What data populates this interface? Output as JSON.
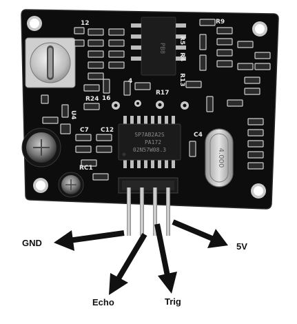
{
  "pin_labels": {
    "gnd": "GND",
    "echo": "Echo",
    "trig": "Trig",
    "vcc": "5V"
  },
  "board": {
    "silkscreen": [
      "12",
      "R9",
      "R5",
      "R4",
      "R13",
      "R17",
      "R24",
      "U4",
      "C7",
      "C12",
      "C4",
      "RC1",
      "16",
      "4"
    ],
    "main_ic_lines": [
      "SP7AB2A2S",
      "PA172",
      "02N57W08.3"
    ],
    "top_ic_text": "PB8",
    "crystal_text": "4.000"
  },
  "colors": {
    "board": "#0d0d0d",
    "board_edge": "#1e1e1e",
    "silk": "#e8e8e8",
    "pad": "#c9c9c9",
    "component": "#2a2a2a",
    "pin_metal": "#b9b9b9",
    "arrow": "#111111"
  }
}
